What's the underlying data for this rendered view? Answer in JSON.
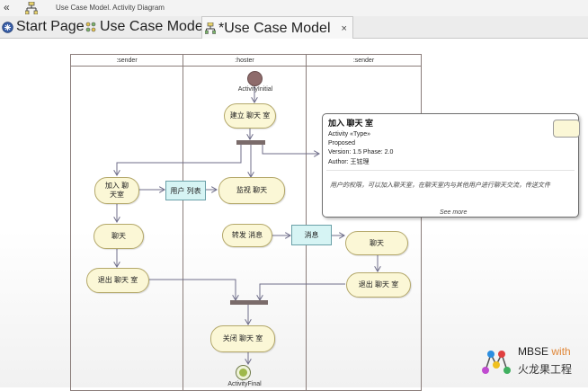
{
  "window": {
    "collapse_glyph": "«",
    "breadcrumb": "Use Case Model.  Activity Diagram"
  },
  "tabs": [
    {
      "label": "Start Page",
      "icon": "start-page-icon"
    },
    {
      "label": "Use Case Model",
      "icon": "use-case-model-icon"
    },
    {
      "label": "*Use Case Model",
      "icon": "activity-diagram-icon",
      "close": "×"
    }
  ],
  "diagram": {
    "lanes": [
      ":sender",
      ":hoster",
      ":sender"
    ],
    "initial_label": "ActivityInitial",
    "final_label": "ActivityFinal",
    "activities": {
      "create_room": "建立 聊天 室",
      "join_room_1": "加入 聊",
      "join_room_2": "天室",
      "monitor": "监视 聊天",
      "chat_left": "聊天",
      "exit_left": "退出 聊天 室",
      "forward": "转发 消息",
      "chat_right": "聊天",
      "exit_right": "退出 聊天 室",
      "close_room": "关闭 聊天 室"
    },
    "objects": {
      "user_list": "用户 列表",
      "message": "消息"
    }
  },
  "note": {
    "title": "加入 聊天 室",
    "type_line": "Activity «Type»",
    "status": "Proposed",
    "version": "Version: 1.5 Phase: 2.0",
    "author": "Author: 王铉理",
    "description": "用户的权限，可以加入聊天室，在聊天室内与其他用户进行聊天交流，传送文件",
    "see_more": "See more"
  },
  "logo": {
    "brand": "MBSE",
    "with": "with",
    "company": "火龙果工程"
  },
  "colors": {
    "activity_fill": "#fbf7d6",
    "object_fill": "#d6f4f4",
    "lane_border": "#8a7d7a",
    "connector": "#6f6e8a"
  }
}
